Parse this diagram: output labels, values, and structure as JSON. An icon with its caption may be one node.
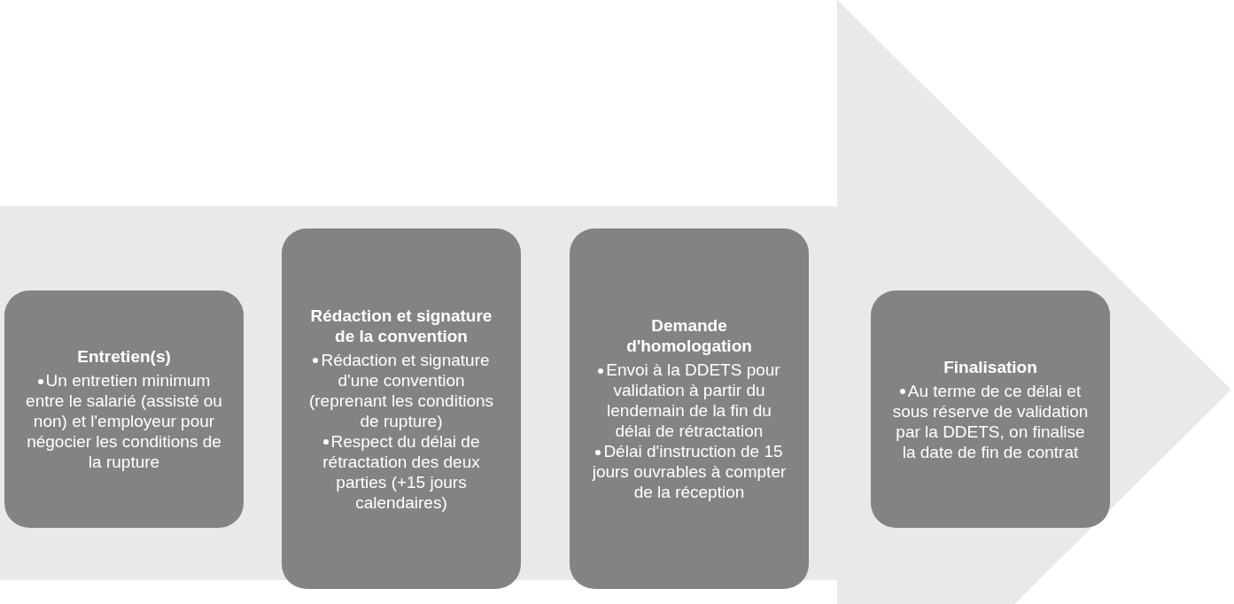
{
  "diagram": {
    "nodes": [
      {
        "text": [],
        "shape": "arrow"
      },
      {
        "text": [
          "Entretien(s)",
          "Un entretien minimum entre le salarié (assisté ou non) et l'employeur pour négocier les conditions de la rupture"
        ],
        "in": 0
      },
      {
        "text": [
          "Rédaction et signature de la convention",
          "Rédaction et signature d'une convention (reprenant les conditions de rupture)",
          "Respect du délai de rétractation des deux parties (+15 jours calendaires)"
        ],
        "in": 0
      },
      {
        "text": [
          "Demande d'homologation",
          "Envoi à la DDETS pour validation à partir du lendemain de la fin du délai de rétractation",
          "Délai d'instruction de 15 jours ouvrables à compter de la réception"
        ],
        "in": 0
      },
      {
        "text": [
          "Finalisation",
          "Au terme de ce délai et sous réserve de validation par la DDETS, on finalise la date de fin de contrat"
        ],
        "in": 0
      }
    ]
  }
}
